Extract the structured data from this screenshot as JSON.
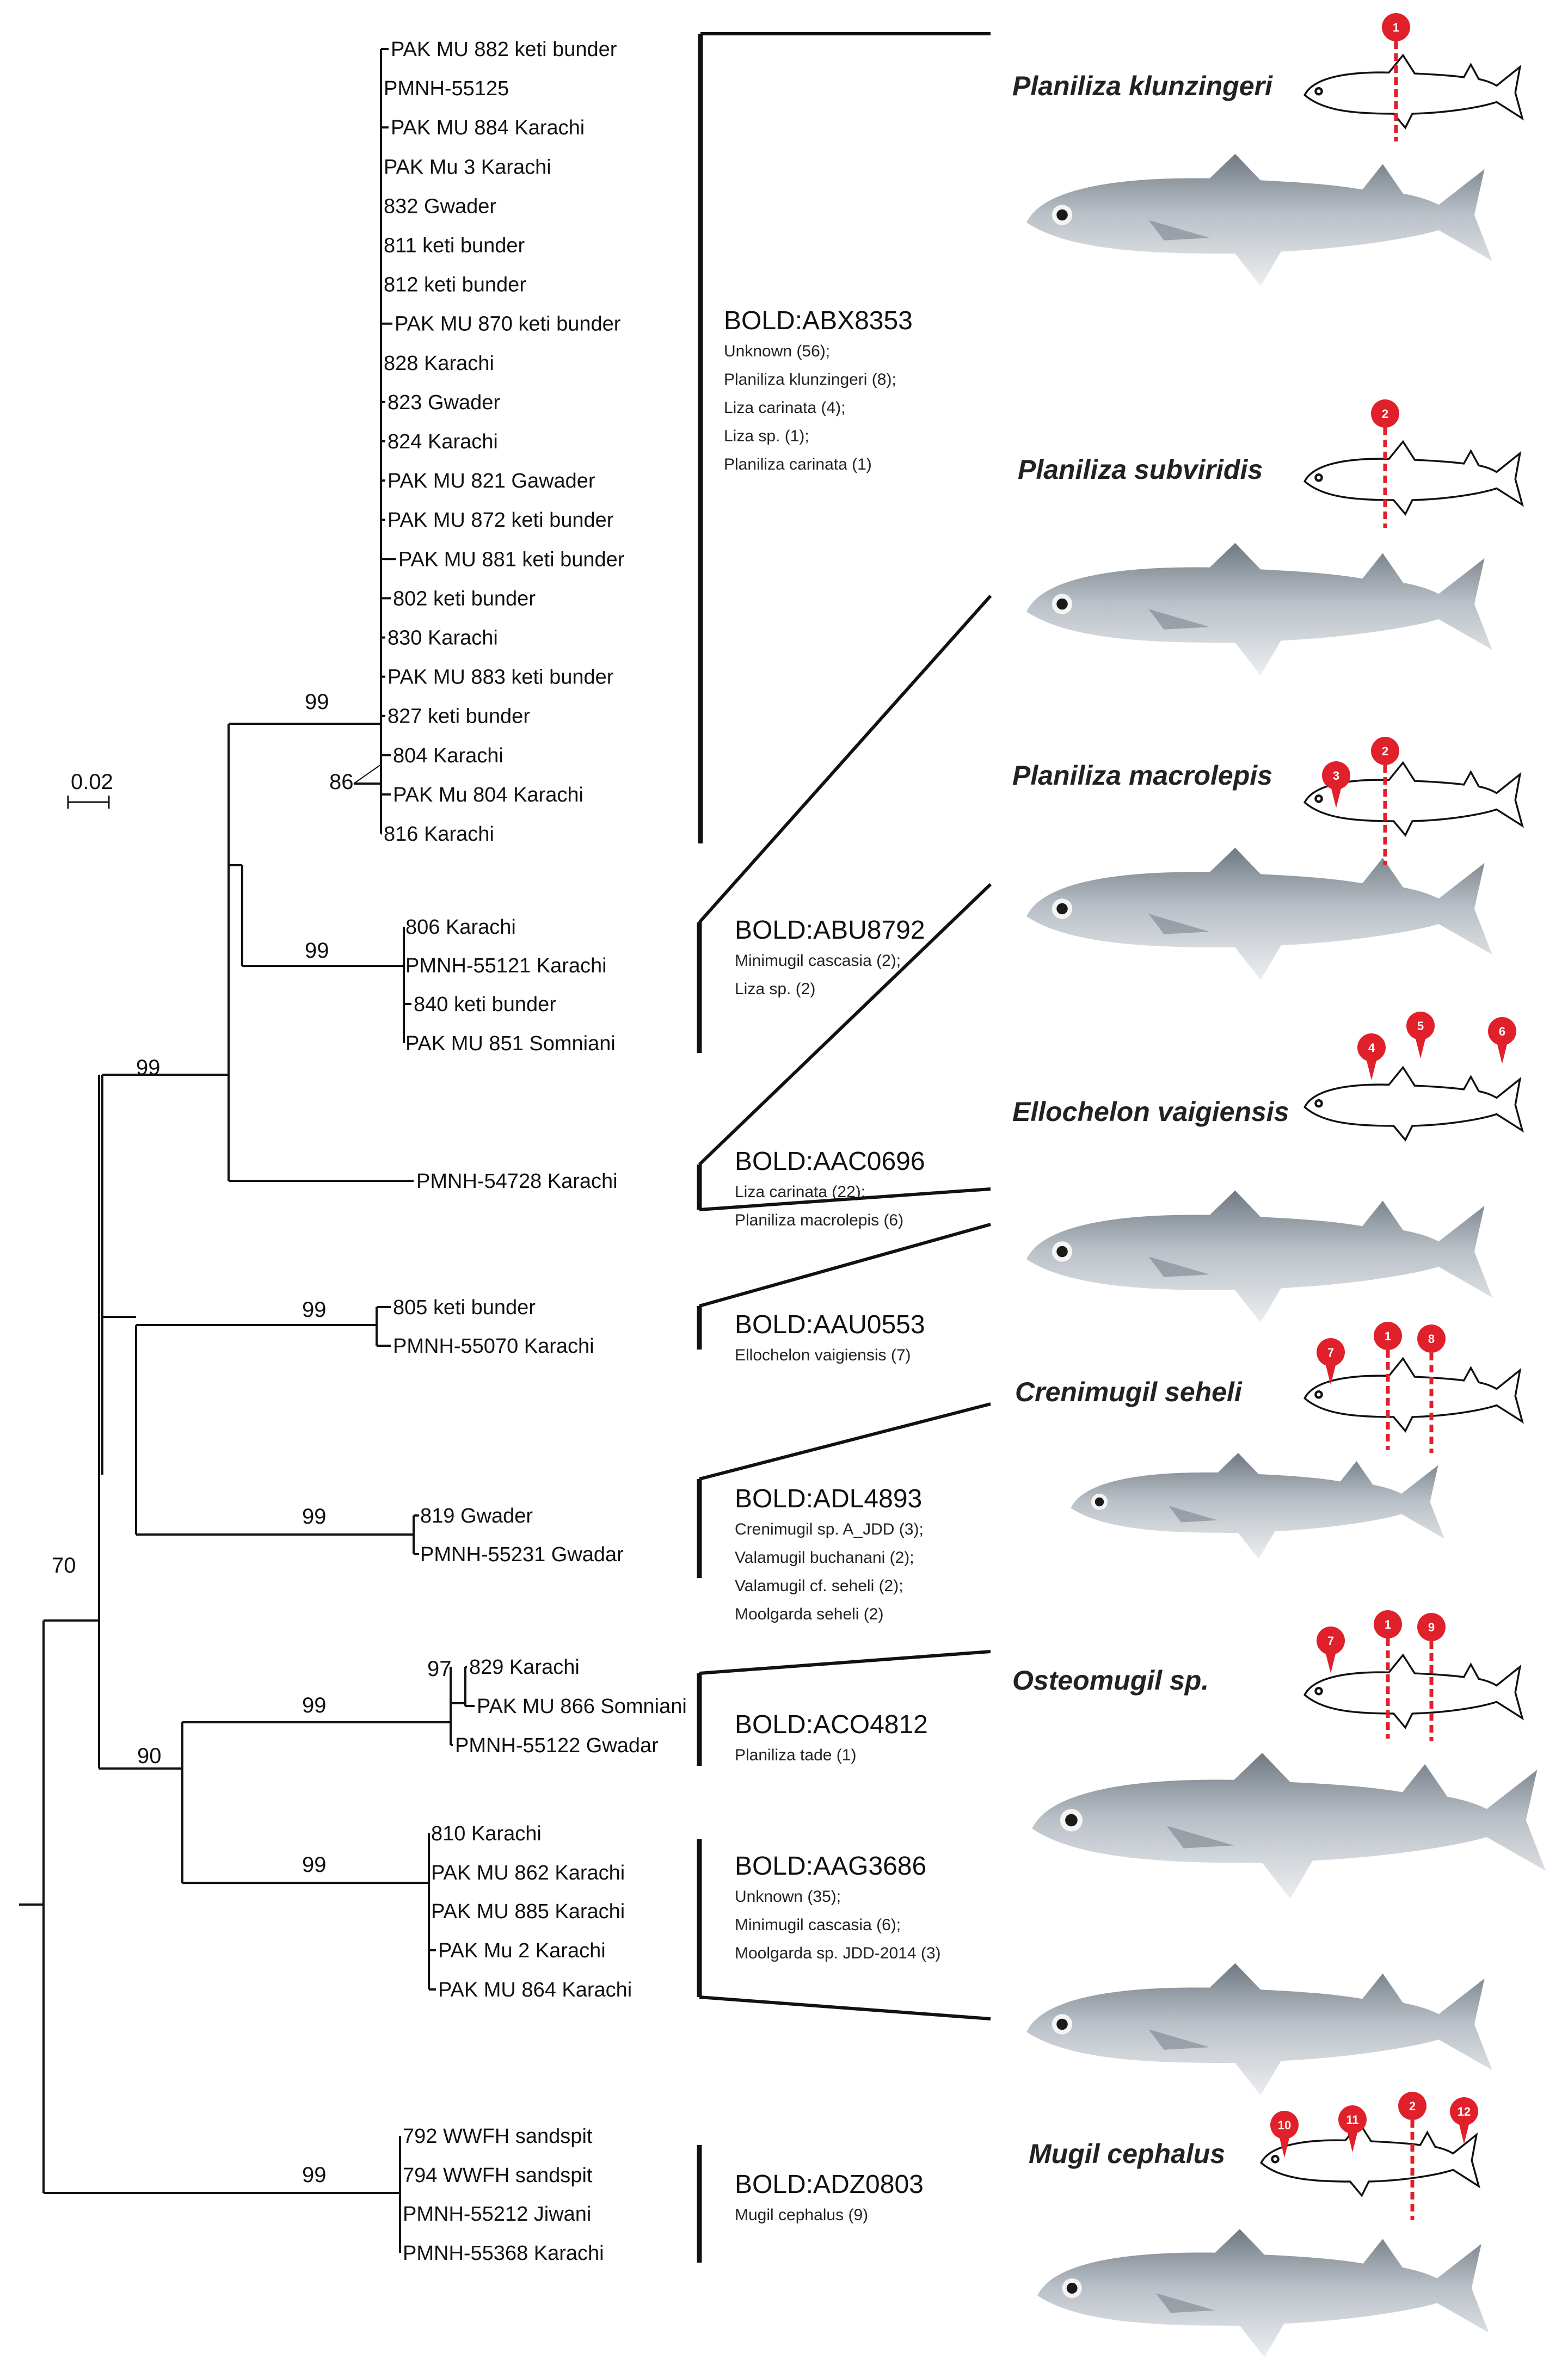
{
  "scale_bar": {
    "label": "0.02"
  },
  "bootstrap": [
    "99",
    "86",
    "99",
    "99",
    "99",
    "99",
    "70",
    "97",
    "99",
    "90",
    "99",
    "99"
  ],
  "leaf_groups": [
    [
      "PAK MU 882 keti bunder",
      "PMNH-55125",
      "PAK MU 884 Karachi",
      "PAK Mu 3 Karachi",
      "832 Gwader",
      "811 keti bunder",
      "812 keti bunder",
      "PAK MU 870 keti bunder",
      "828 Karachi",
      "823 Gwader",
      "824 Karachi",
      "PAK MU 821 Gawader",
      "PAK MU 872 keti bunder",
      "PAK MU 881 keti bunder",
      "802 keti bunder",
      "830 Karachi",
      "PAK MU 883 keti bunder",
      "827 keti bunder",
      "804 Karachi",
      "PAK Mu 804 Karachi",
      "816 Karachi"
    ],
    [
      "806 Karachi",
      "PMNH-55121 Karachi",
      "840 keti bunder",
      "PAK MU 851 Somniani"
    ],
    [
      "PMNH-54728 Karachi"
    ],
    [
      "805 keti bunder",
      "PMNH-55070 Karachi"
    ],
    [
      "819 Gwader",
      "PMNH-55231 Gwadar"
    ],
    [
      "829 Karachi",
      "PAK MU 866 Somniani",
      "PMNH-55122 Gwadar"
    ],
    [
      "810 Karachi",
      "PAK MU 862 Karachi",
      "PAK MU 885 Karachi",
      "PAK Mu 2 Karachi",
      "PAK MU 864 Karachi"
    ],
    [
      "792 WWFH sandspit",
      "794 WWFH sandspit",
      "PMNH-55212 Jiwani",
      "PMNH-55368 Karachi"
    ]
  ],
  "bins": [
    {
      "id": "BOLD:ABX8353",
      "members": [
        "Unknown (56);",
        "Planiliza klunzingeri (8);",
        "Liza carinata (4);",
        " Liza sp. (1);",
        "Planiliza carinata (1)"
      ]
    },
    {
      "id": "BOLD:ABU8792",
      "members": [
        "Minimugil cascasia (2);",
        "Liza sp. (2)"
      ]
    },
    {
      "id": "BOLD:AAC0696",
      "members": [
        "Liza carinata (22);",
        "Planiliza macrolepis (6)"
      ]
    },
    {
      "id": "BOLD:AAU0553",
      "members": [
        "Ellochelon vaigiensis (7)"
      ]
    },
    {
      "id": "BOLD:ADL4893",
      "members": [
        "Crenimugil sp. A_JDD (3);",
        "Valamugil buchanani (2);",
        "Valamugil cf. seheli (2);",
        "Moolgarda seheli (2)"
      ]
    },
    {
      "id": "BOLD:ACO4812",
      "members": [
        "Planiliza tade (1)"
      ]
    },
    {
      "id": "BOLD:AAG3686",
      "members": [
        "Unknown (35);",
        "Minimugil cascasia (6);",
        "Moolgarda sp. JDD-2014 (3)"
      ]
    },
    {
      "id": "BOLD:ADZ0803",
      "members": [
        "Mugil cephalus (9)"
      ]
    }
  ],
  "species": [
    "Planiliza klunzingeri",
    "Planiliza subviridis",
    "Planiliza macrolepis",
    "Ellochelon vaigiensis",
    "Crenimugil seheli",
    "Osteomugil sp.",
    "Mugil cephalus"
  ],
  "fish_icon_name": "mullet-fish-icon",
  "markers": [
    "1",
    "2",
    "3",
    "2",
    "4",
    "5",
    "6",
    "7",
    "1",
    "8",
    "7",
    "1",
    "9",
    "10",
    "11",
    "2",
    "12"
  ],
  "colors": {
    "marker": "#e0202a",
    "line": "#111111",
    "fish_body": "#c9cdd2",
    "fish_back": "#7d858f"
  }
}
